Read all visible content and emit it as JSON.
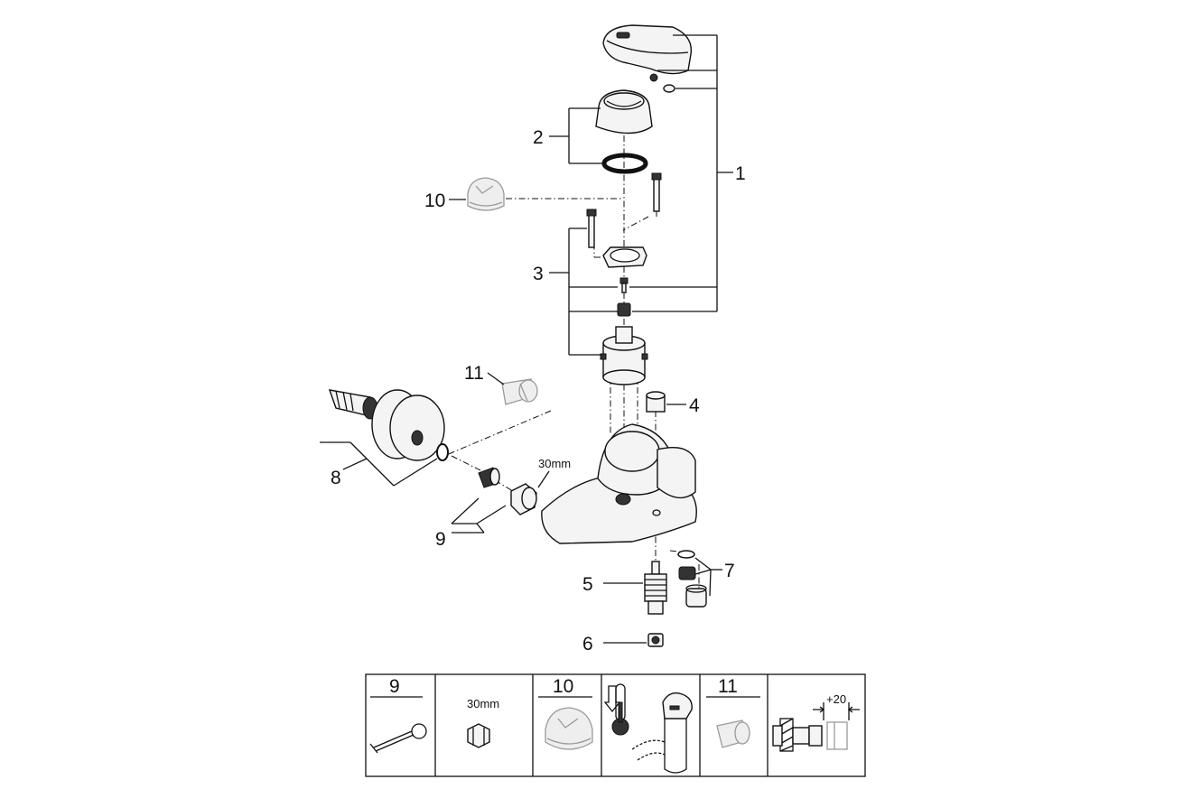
{
  "callouts": {
    "c1": "1",
    "c2": "2",
    "c3": "3",
    "c4": "4",
    "c5": "5",
    "c6": "6",
    "c7": "7",
    "c8": "8",
    "c9": "9",
    "c10": "10",
    "c11": "11"
  },
  "nut_size_label": "30mm",
  "legend": {
    "cell_9": "9",
    "cell_nut_size": "30mm",
    "cell_10": "10",
    "cell_11": "11",
    "extension": "+20"
  }
}
